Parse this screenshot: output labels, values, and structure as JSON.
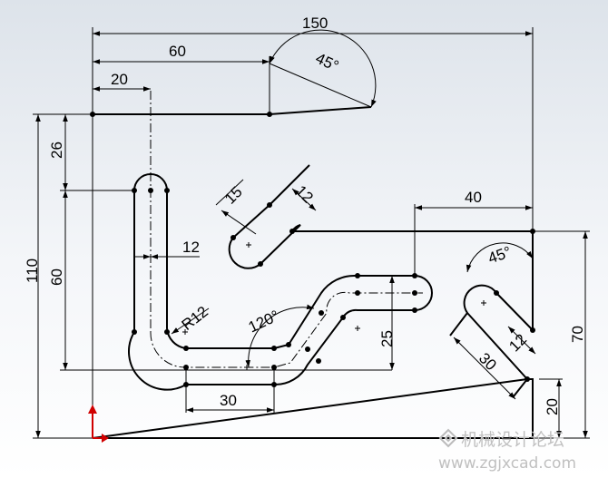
{
  "dimensions": {
    "overall_width": "150",
    "left_to_slot": "60",
    "left_to_uslot": "20",
    "angle_slot": "45°",
    "slot_len": "15",
    "slot_width": "12",
    "right_step": "40",
    "uslot_width": "12",
    "right_angle": "45°",
    "right_slot_width": "12",
    "right_slot_len": "30",
    "height_total": "110",
    "height_top": "26",
    "height_mid": "60",
    "radius": "R12",
    "bend_angle": "120°",
    "bend_rise": "25",
    "bottom_len": "30",
    "right_height": "70",
    "right_bottom": "20"
  },
  "watermark": {
    "cn": "机械设计论坛",
    "url": "www.zgjxcad.com"
  },
  "colors": {
    "line": "#000000",
    "origin_x": "#d00000",
    "origin_y": "#d00000"
  }
}
